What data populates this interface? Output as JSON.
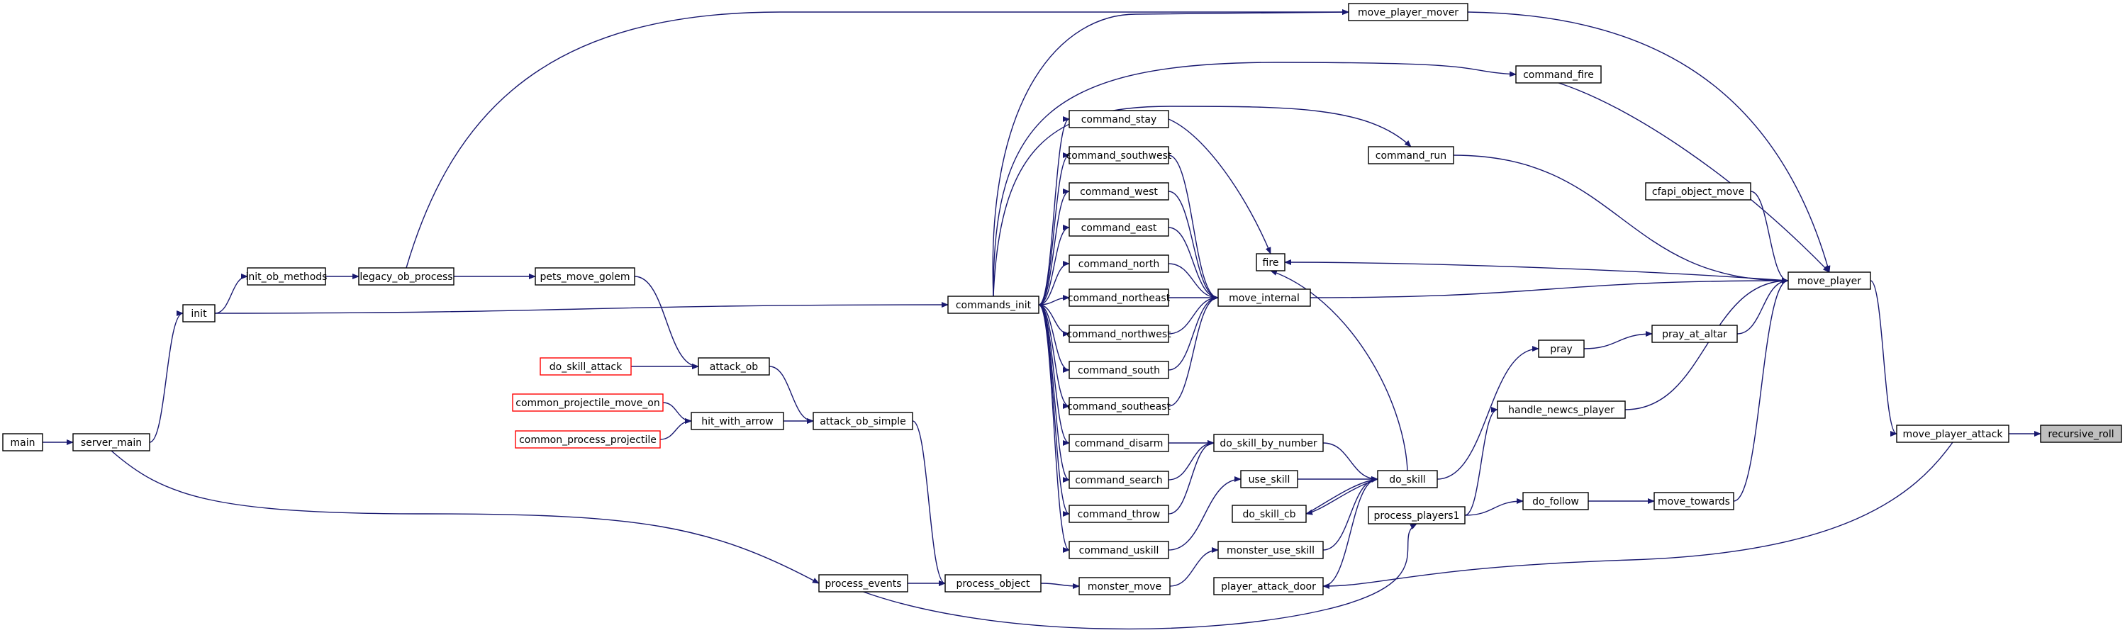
{
  "colors": {
    "edge": "#191970",
    "node_border": "#000000",
    "truncated_border": "#ff0000",
    "highlight_fill": "#bfbfbf",
    "node_fill": "#ffffff",
    "background": "#ffffff"
  },
  "nodes": [
    {
      "id": "main",
      "label": "main"
    },
    {
      "id": "server_main",
      "label": "server_main"
    },
    {
      "id": "init",
      "label": "init"
    },
    {
      "id": "init_ob_methods",
      "label": "init_ob_methods"
    },
    {
      "id": "legacy_ob_process",
      "label": "legacy_ob_process"
    },
    {
      "id": "pets_move_golem",
      "label": "pets_move_golem"
    },
    {
      "id": "do_skill_attack",
      "label": "do_skill_attack",
      "truncated": true
    },
    {
      "id": "attack_ob",
      "label": "attack_ob"
    },
    {
      "id": "common_projectile_move_on",
      "label": "common_projectile_move_on",
      "truncated": true
    },
    {
      "id": "common_process_projectile",
      "label": "common_process_projectile",
      "truncated": true
    },
    {
      "id": "hit_with_arrow",
      "label": "hit_with_arrow"
    },
    {
      "id": "attack_ob_simple",
      "label": "attack_ob_simple"
    },
    {
      "id": "process_events",
      "label": "process_events"
    },
    {
      "id": "process_object",
      "label": "process_object"
    },
    {
      "id": "commands_init",
      "label": "commands_init"
    },
    {
      "id": "command_stay",
      "label": "command_stay"
    },
    {
      "id": "command_southwest",
      "label": "command_southwest"
    },
    {
      "id": "command_west",
      "label": "command_west"
    },
    {
      "id": "command_east",
      "label": "command_east"
    },
    {
      "id": "command_north",
      "label": "command_north"
    },
    {
      "id": "command_northeast",
      "label": "command_northeast"
    },
    {
      "id": "command_northwest",
      "label": "command_northwest"
    },
    {
      "id": "command_south",
      "label": "command_south"
    },
    {
      "id": "command_southeast",
      "label": "command_southeast"
    },
    {
      "id": "command_disarm",
      "label": "command_disarm"
    },
    {
      "id": "command_search",
      "label": "command_search"
    },
    {
      "id": "command_throw",
      "label": "command_throw"
    },
    {
      "id": "command_uskill",
      "label": "command_uskill"
    },
    {
      "id": "monster_move",
      "label": "monster_move"
    },
    {
      "id": "move_player_mover",
      "label": "move_player_mover"
    },
    {
      "id": "command_fire",
      "label": "command_fire"
    },
    {
      "id": "command_run",
      "label": "command_run"
    },
    {
      "id": "fire",
      "label": "fire"
    },
    {
      "id": "move_internal",
      "label": "move_internal"
    },
    {
      "id": "do_skill_by_number",
      "label": "do_skill_by_number"
    },
    {
      "id": "use_skill",
      "label": "use_skill"
    },
    {
      "id": "do_skill_cb",
      "label": "do_skill_cb"
    },
    {
      "id": "monster_use_skill",
      "label": "monster_use_skill"
    },
    {
      "id": "player_attack_door",
      "label": "player_attack_door"
    },
    {
      "id": "do_skill",
      "label": "do_skill"
    },
    {
      "id": "process_players1",
      "label": "process_players1"
    },
    {
      "id": "cfapi_object_move",
      "label": "cfapi_object_move"
    },
    {
      "id": "pray",
      "label": "pray"
    },
    {
      "id": "handle_newcs_player",
      "label": "handle_newcs_player"
    },
    {
      "id": "do_follow",
      "label": "do_follow"
    },
    {
      "id": "pray_at_altar",
      "label": "pray_at_altar"
    },
    {
      "id": "move_towards",
      "label": "move_towards"
    },
    {
      "id": "move_player",
      "label": "move_player"
    },
    {
      "id": "move_player_attack",
      "label": "move_player_attack"
    },
    {
      "id": "recursive_roll",
      "label": "recursive_roll",
      "highlight": true
    }
  ],
  "edges": [
    [
      "main",
      "server_main"
    ],
    [
      "server_main",
      "init"
    ],
    [
      "server_main",
      "process_events"
    ],
    [
      "init",
      "init_ob_methods"
    ],
    [
      "init",
      "commands_init"
    ],
    [
      "init_ob_methods",
      "legacy_ob_process"
    ],
    [
      "legacy_ob_process",
      "pets_move_golem"
    ],
    [
      "legacy_ob_process",
      "move_player_mover"
    ],
    [
      "pets_move_golem",
      "attack_ob"
    ],
    [
      "do_skill_attack",
      "attack_ob"
    ],
    [
      "attack_ob",
      "attack_ob_simple"
    ],
    [
      "common_projectile_move_on",
      "hit_with_arrow"
    ],
    [
      "common_process_projectile",
      "hit_with_arrow"
    ],
    [
      "hit_with_arrow",
      "attack_ob_simple"
    ],
    [
      "attack_ob_simple",
      "process_object"
    ],
    [
      "process_events",
      "process_object"
    ],
    [
      "process_events",
      "process_players1"
    ],
    [
      "process_object",
      "monster_move"
    ],
    [
      "commands_init",
      "command_stay"
    ],
    [
      "commands_init",
      "command_southwest"
    ],
    [
      "commands_init",
      "command_west"
    ],
    [
      "commands_init",
      "command_east"
    ],
    [
      "commands_init",
      "command_north"
    ],
    [
      "commands_init",
      "command_northeast"
    ],
    [
      "commands_init",
      "command_northwest"
    ],
    [
      "commands_init",
      "command_south"
    ],
    [
      "commands_init",
      "command_southeast"
    ],
    [
      "commands_init",
      "command_disarm"
    ],
    [
      "commands_init",
      "command_search"
    ],
    [
      "commands_init",
      "command_throw"
    ],
    [
      "commands_init",
      "command_uskill"
    ],
    [
      "commands_init",
      "command_fire"
    ],
    [
      "commands_init",
      "command_run"
    ],
    [
      "commands_init",
      "move_player_mover"
    ],
    [
      "command_stay",
      "fire"
    ],
    [
      "command_southwest",
      "move_internal"
    ],
    [
      "command_west",
      "move_internal"
    ],
    [
      "command_east",
      "move_internal"
    ],
    [
      "command_north",
      "move_internal"
    ],
    [
      "command_northeast",
      "move_internal"
    ],
    [
      "command_northwest",
      "move_internal"
    ],
    [
      "command_south",
      "move_internal"
    ],
    [
      "command_southeast",
      "move_internal"
    ],
    [
      "command_disarm",
      "do_skill_by_number"
    ],
    [
      "command_search",
      "do_skill_by_number"
    ],
    [
      "command_throw",
      "do_skill_by_number"
    ],
    [
      "command_uskill",
      "use_skill"
    ],
    [
      "monster_move",
      "monster_use_skill"
    ],
    [
      "command_fire",
      "move_player"
    ],
    [
      "command_run",
      "move_player"
    ],
    [
      "move_player_mover",
      "move_player"
    ],
    [
      "cfapi_object_move",
      "move_player"
    ],
    [
      "move_internal",
      "move_player"
    ],
    [
      "move_player",
      "fire"
    ],
    [
      "do_skill_by_number",
      "do_skill"
    ],
    [
      "use_skill",
      "do_skill"
    ],
    [
      "do_skill",
      "do_skill_cb"
    ],
    [
      "do_skill_cb",
      "do_skill"
    ],
    [
      "monster_use_skill",
      "do_skill"
    ],
    [
      "player_attack_door",
      "do_skill"
    ],
    [
      "do_skill",
      "fire"
    ],
    [
      "do_skill",
      "pray"
    ],
    [
      "pray",
      "pray_at_altar"
    ],
    [
      "pray_at_altar",
      "move_player"
    ],
    [
      "process_players1",
      "handle_newcs_player"
    ],
    [
      "process_players1",
      "do_follow"
    ],
    [
      "handle_newcs_player",
      "move_player"
    ],
    [
      "do_follow",
      "move_towards"
    ],
    [
      "move_towards",
      "move_player"
    ],
    [
      "move_player",
      "move_player_attack"
    ],
    [
      "move_player_attack",
      "player_attack_door"
    ],
    [
      "move_player_attack",
      "recursive_roll"
    ]
  ]
}
